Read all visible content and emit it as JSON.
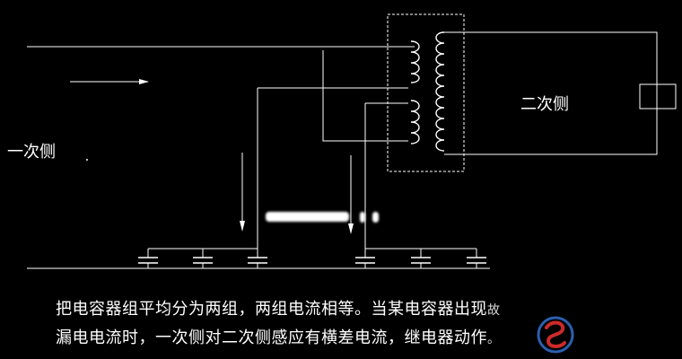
{
  "labels": {
    "primary_side": "一次侧",
    "secondary_side": "二次侧"
  },
  "caption": {
    "line1": "把电容器组平均分为两组，两组电流相等。当某电容器出现",
    "line1_tail": "故",
    "line2": "漏电电流时，一次侧对二次侧感应有横差电流，继电器动作",
    "line2_tail": "。"
  },
  "colors": {
    "background": "#000000",
    "foreground": "#ffffff",
    "logo_red": "#cc2a2a",
    "logo_blue": "#2b5fb0"
  }
}
